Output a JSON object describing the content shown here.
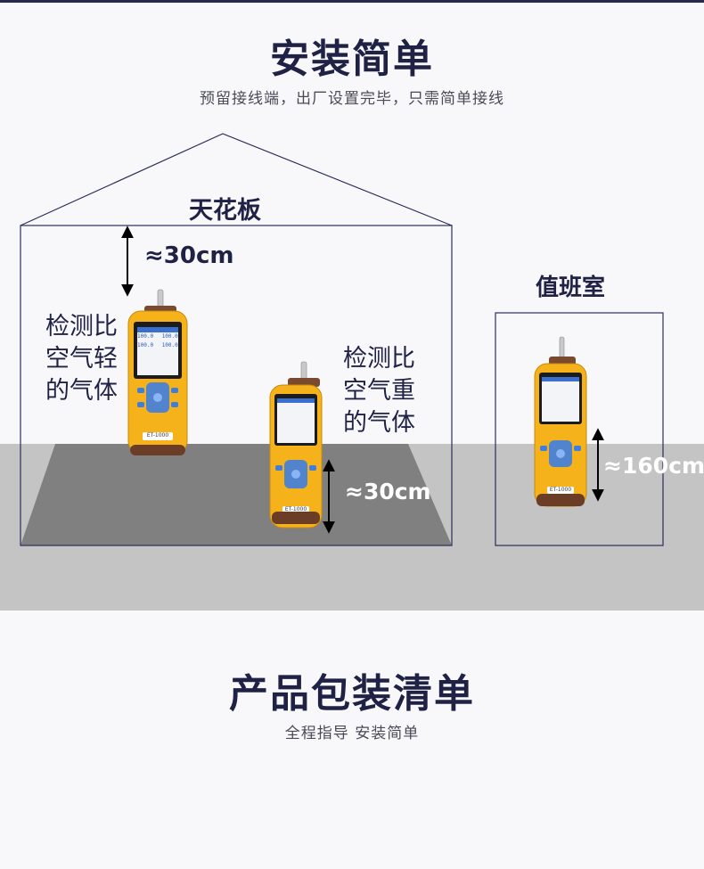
{
  "install": {
    "title": "安装简单",
    "subtitle": "预留接线端，出厂设置完毕，只需简单接线"
  },
  "diagram": {
    "ceiling_label": "天花板",
    "ceiling_distance": "≈30cm",
    "light_gas_lines": [
      "检测比",
      "空气轻",
      "的气体"
    ],
    "heavy_gas_lines": [
      "检测比",
      "空气重",
      "的气体"
    ],
    "floor_distance": "≈30cm",
    "duty_room_label": "值班室",
    "duty_room_height": "≈160cm",
    "device_model": "ET-1000",
    "screen_values": [
      "100.0",
      "100.0",
      "100.0",
      "100.0"
    ]
  },
  "package": {
    "title": "产品包装清单",
    "subtitle": "全程指导 安装简单"
  },
  "colors": {
    "navy": "#1f2145",
    "device_yellow": "#f6b21b",
    "device_brown": "#6b3d26",
    "floor_gray": "#808080",
    "band_gray": "#c4c4c5"
  }
}
